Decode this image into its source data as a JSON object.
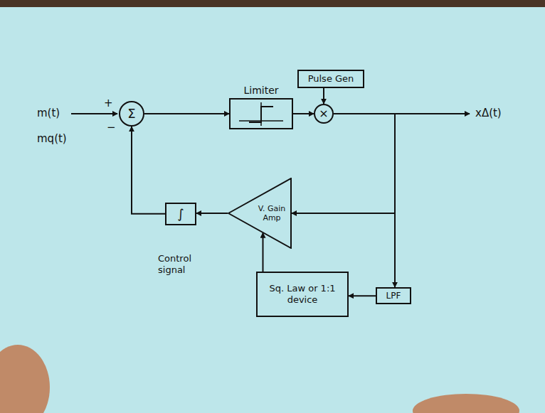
{
  "diagram": {
    "nodes": [
      {
        "text": [
          "Σ"
        ]
      },
      {
        "text": [
          "Limiter"
        ]
      },
      {
        "text": [
          "Pulse Gen"
        ]
      },
      {
        "text": [
          "×"
        ]
      },
      {
        "text": [
          "V. Gain Amp"
        ]
      },
      {
        "text": [
          "∫"
        ]
      },
      {
        "text": [
          "Sq. Law or 1:1 device"
        ]
      },
      {
        "text": [
          "LPF"
        ]
      }
    ],
    "edges": [
      {
        "from": 0,
        "to": 1,
        "arrow": "to"
      },
      {
        "from": 1,
        "to": 3,
        "arrow": "to"
      },
      {
        "from": 2,
        "to": 3,
        "arrow": "to"
      },
      {
        "from": 3,
        "to": 4,
        "arrow": "to"
      },
      {
        "from": 3,
        "to": 7,
        "arrow": "to"
      },
      {
        "from": 7,
        "to": 6,
        "arrow": "to"
      },
      {
        "from": 6,
        "to": 4,
        "arrow": "to"
      },
      {
        "from": 4,
        "to": 5,
        "arrow": "to"
      },
      {
        "from": 5,
        "to": 0,
        "arrow": "to"
      }
    ],
    "labels": [
      "m(t)",
      "+",
      "mq(t)",
      "−",
      "xΔ(t)",
      "Control signal"
    ]
  }
}
